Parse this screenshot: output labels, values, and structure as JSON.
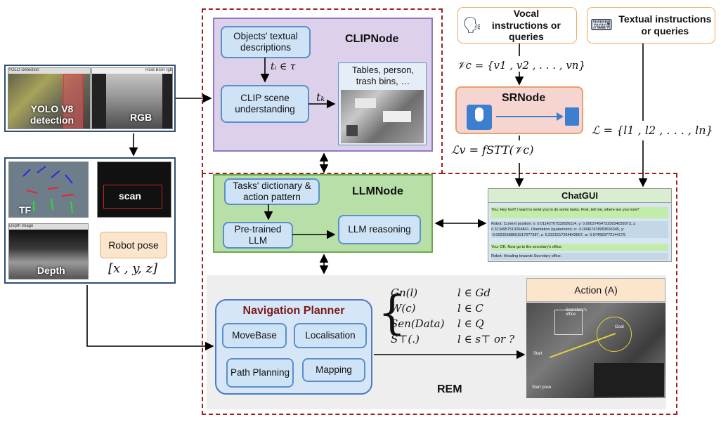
{
  "sensors": {
    "yolo_header": "YOLO Detection",
    "rgb_header": "RGB BGR rgb",
    "yolo_label": "YOLO V8\ndetection",
    "rgb_label": "RGB",
    "tf_label": "TF",
    "scan_label": "scan",
    "depth_header": "Depth Image",
    "depth_label": "Depth",
    "robot_pose_label": "Robot pose",
    "robot_pose_math": "[x , y, z]"
  },
  "clipnode": {
    "title": "CLIPNode",
    "objects_desc": "Objects' textual descriptions",
    "ti_math": "tᵢ ∈ τ",
    "scene_understanding": "CLIP scene understanding",
    "tk_math": "tₖ",
    "scene_objects": "Tables, person, trash bins, …"
  },
  "srnode": {
    "vocal": "Vocal instructions or queries",
    "textual": "Textual instructions or queries",
    "vc_math": "𝒱c = {v1 , v2 , . . . , vn}",
    "title": "SRNode",
    "lv_math": "ℒv = fSTT(𝒱c)",
    "l_math": "ℒ = {l1 , l2 , . . . , ln}"
  },
  "llmnode": {
    "title": "LLMNode",
    "tasks_dict": "Tasks' dictionary & action pattern",
    "pretrained": "Pre-trained LLM",
    "reasoning": "LLM reasoning"
  },
  "chatgui": {
    "title": "ChatGUI",
    "messages": [
      {
        "role": "user",
        "text": "You: Hey Go!!! I want to send you to do some tasks. First, tell me, where are you now?"
      },
      {
        "role": "robot",
        "text": "Robot: Current position: x: 0.01142767532626114, y: 0.000374547325634039373, z: 0.3134957513264841. Orientation (quaternion): x: -0.00467478953636345, y: -0.00232588651517677387, z: 0.2221517264842567, w: 0.97495977214417S"
      },
      {
        "role": "user",
        "text": "You: OK. Now go to the secretary's office."
      },
      {
        "role": "robot",
        "text": "Robot: Heading towards Secretary office."
      }
    ]
  },
  "rem": {
    "label": "REM",
    "nav_title": "Navigation Planner",
    "movebase": "MoveBase",
    "localisation": "Localisation",
    "path_planning": "Path Planning",
    "mapping": "Mapping",
    "eq1_left": "Gn(l)",
    "eq1_right": "l ∈ Gd",
    "eq2_left": "W(c)",
    "eq2_right": "l ∈ C",
    "eq3_left": "Sen(Data)",
    "eq3_right": "l ∈ Q",
    "eq4_left": "S⊤(.)",
    "eq4_right": "l ∈ s⊤ or ?",
    "action_title": "Action (A)",
    "map_labels": [
      "Secretary's office",
      "Start pose",
      "Start",
      "Goal"
    ]
  },
  "colors": {
    "dashed_red": "#a11f1f",
    "clip_bg": "#dcd0ea",
    "clip_border": "#8e7cc3",
    "llm_bg": "#b8dfa7",
    "llm_border": "#6aa84f",
    "srnode_bg": "#f6d5d0",
    "srnode_border": "#e6a06a",
    "rem_bg": "#eeeeee",
    "nav_border": "#4a7bc4",
    "nav_title": "#7a1a1a"
  }
}
